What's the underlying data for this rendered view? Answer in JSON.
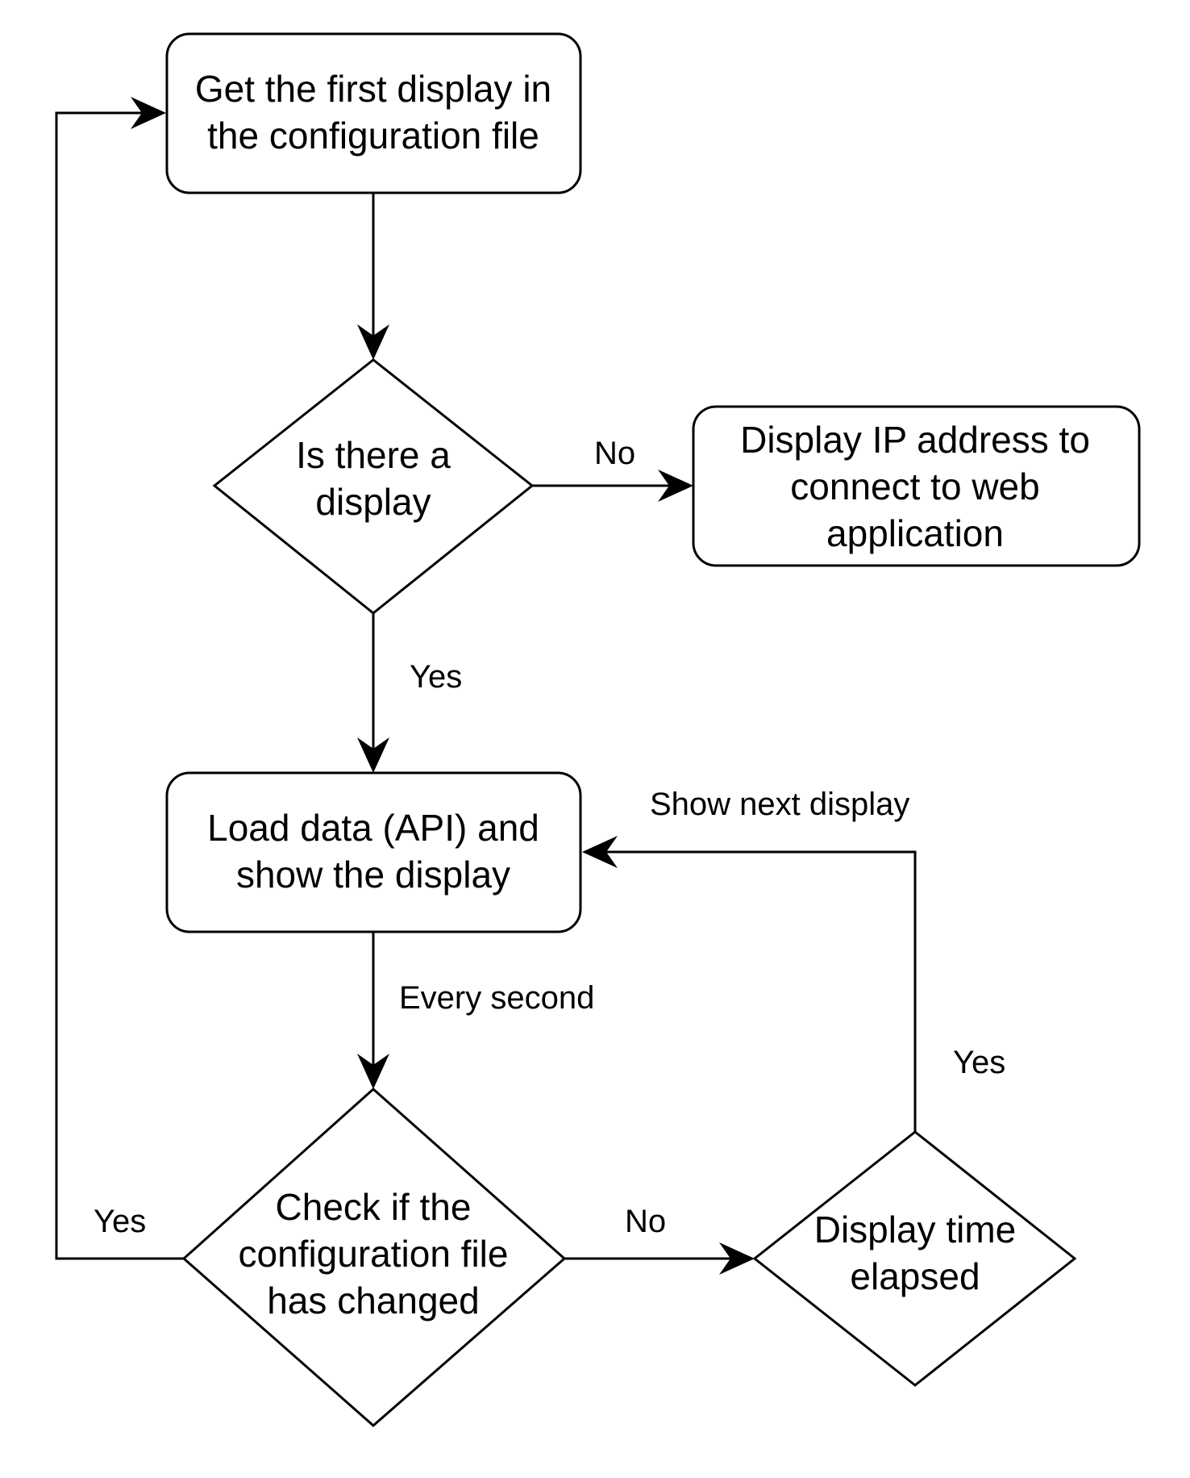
{
  "nodes": {
    "get_first_display": {
      "lines": [
        "Get the first display in",
        "the configuration file"
      ],
      "shape": "rounded-rectangle"
    },
    "is_there_display": {
      "lines": [
        "Is there a",
        "display"
      ],
      "shape": "diamond"
    },
    "display_ip": {
      "lines": [
        "Display IP address to",
        "connect to web",
        "application"
      ],
      "shape": "rounded-rectangle"
    },
    "load_data": {
      "lines": [
        "Load data (API) and",
        "show the display"
      ],
      "shape": "rounded-rectangle"
    },
    "check_config": {
      "lines": [
        "Check if the",
        "configuration file",
        "has changed"
      ],
      "shape": "diamond"
    },
    "display_time": {
      "lines": [
        "Display time",
        "elapsed"
      ],
      "shape": "diamond"
    }
  },
  "edges": {
    "get_to_is_there": {
      "from": "get_first_display",
      "to": "is_there_display",
      "label": ""
    },
    "is_there_no": {
      "from": "is_there_display",
      "to": "display_ip",
      "label": "No"
    },
    "is_there_yes": {
      "from": "is_there_display",
      "to": "load_data",
      "label": "Yes"
    },
    "load_every_second": {
      "from": "load_data",
      "to": "check_config",
      "label": "Every second"
    },
    "check_yes": {
      "from": "check_config",
      "to": "get_first_display",
      "label": "Yes"
    },
    "check_no": {
      "from": "check_config",
      "to": "display_time",
      "label": "No"
    },
    "time_yes": {
      "from": "display_time",
      "to": "load_data",
      "label": "Yes"
    },
    "show_next": {
      "label": "Show next display"
    }
  },
  "colors": {
    "stroke": "#000000",
    "fill": "#ffffff",
    "background": "#ffffff"
  }
}
